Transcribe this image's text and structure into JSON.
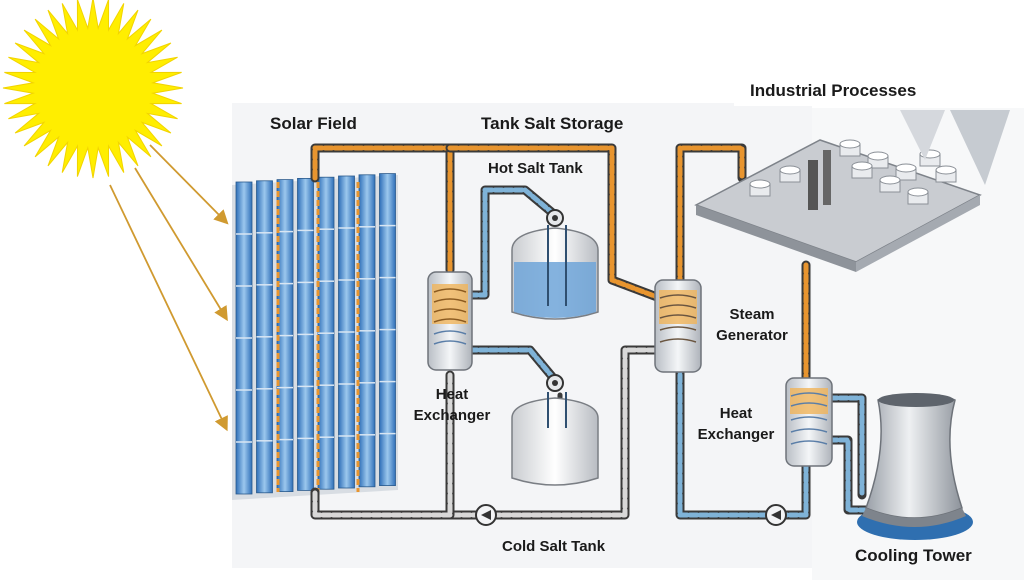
{
  "labels": {
    "solar_field": "Solar Field",
    "tank_salt_storage": "Tank Salt Storage",
    "hot_salt_tank": "Hot Salt Tank",
    "cold_salt_tank": "Cold Salt Tank",
    "heat_exchanger_1": "Heat Exchanger",
    "steam_generator": "Steam Generator",
    "heat_exchanger_2": "Heat Exchanger",
    "industrial_processes": "Industrial Processes",
    "cooling_tower": "Cooling Tower"
  },
  "colors": {
    "sun": "#ffee00",
    "sun_ray": "#d09a30",
    "hot_pipe": "#e8952f",
    "cold_pipe": "#7fb3d8",
    "pipe_dark": "#3a3a3a",
    "panel_blue": "#4a8fd0",
    "water": "#3f7fc4"
  },
  "icons": [
    "sun-icon",
    "solar-panel-array",
    "pump-icon",
    "tank-icon",
    "heat-exchanger-icon",
    "factory-icon",
    "cooling-tower-icon"
  ]
}
